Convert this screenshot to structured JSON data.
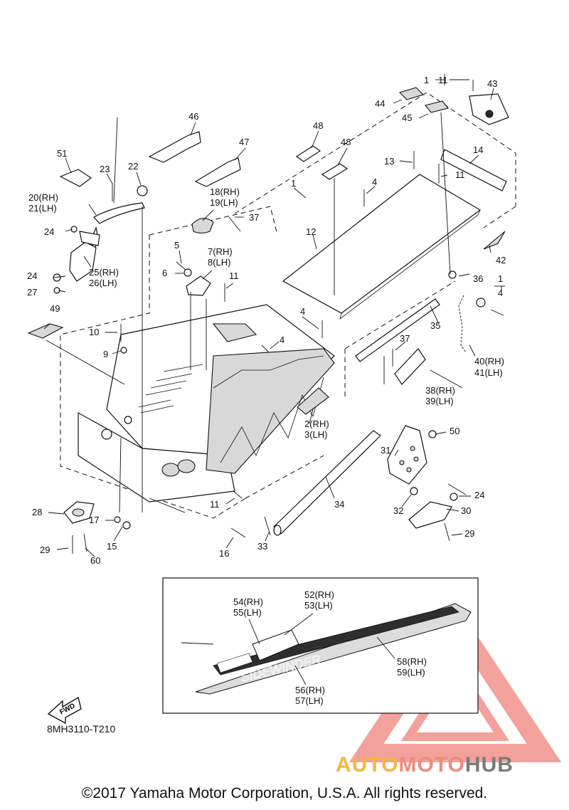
{
  "labels": {
    "l1": "1",
    "l1a": "1",
    "l1b": "1",
    "l4": "4",
    "l4a": "4",
    "l4b": "4",
    "l4c": "4",
    "l4d": "4",
    "l2": "2(RH)",
    "l3": "3(LH)",
    "l5": "5",
    "l6": "6",
    "l7": "7(RH)",
    "l8": "8(LH)",
    "l9": "9",
    "l10": "10",
    "l11": "11",
    "l11b": "11",
    "l11c": "11",
    "l11d": "11",
    "l11e": "11",
    "l12": "12",
    "l13": "13",
    "l14": "14",
    "l15": "15",
    "l16": "16",
    "l17": "17",
    "l18": "18(RH)",
    "l19": "19(LH)",
    "l20": "20(RH)",
    "l21": "21(LH)",
    "l22": "22",
    "l23": "23",
    "l24a": "24",
    "l24b": "24",
    "l24c": "24",
    "l25": "25(RH)",
    "l26": "26(LH)",
    "l27": "27",
    "l28": "28",
    "l29a": "29",
    "l29b": "29",
    "l30": "30",
    "l31": "31",
    "l32": "32",
    "l33": "33",
    "l34": "34",
    "l35": "35",
    "l36": "36",
    "l37a": "37",
    "l37b": "37",
    "l38": "38(RH)",
    "l39": "39(LH)",
    "l40": "40(RH)",
    "l41": "41(LH)",
    "l42": "42",
    "l43": "43",
    "l44": "44",
    "l45": "45",
    "l46": "46",
    "l47": "47",
    "l48a": "48",
    "l48b": "48",
    "l49": "49",
    "l50": "50",
    "l51": "51",
    "l52": "52(RH)",
    "l53": "53(LH)",
    "l54": "54(RH)",
    "l55": "55(LH)",
    "l56": "56(RH)",
    "l57": "57(LH)",
    "l58": "58(RH)",
    "l59": "59(LH)",
    "l60": "60"
  },
  "decal_text": "SIDEWINDER",
  "fwd_label": "FWD",
  "diagram_code": "8MH3110-T210",
  "copyright": "©2017 Yamaha Motor Corporation, U.S.A. All rights reserved.",
  "watermark": {
    "part1": "AUTO",
    "part2": "MOTO",
    "part3": "HUB"
  },
  "colors": {
    "watermark_orange": "#f7b640",
    "watermark_red": "#f08a7a",
    "watermark_gray": "#7a7a7a"
  }
}
